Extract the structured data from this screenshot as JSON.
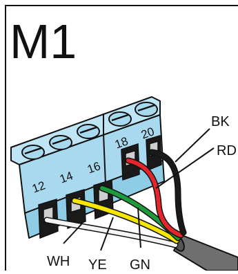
{
  "diagram": {
    "title": "M1",
    "terminal_numbers": [
      "12",
      "14",
      "16",
      "18",
      "20"
    ],
    "wires": [
      {
        "label": "WH",
        "color": "#f4f4f4",
        "terminal": "12"
      },
      {
        "label": "YE",
        "color": "#f7e600",
        "terminal": "14"
      },
      {
        "label": "GN",
        "color": "#1f9a3a",
        "terminal": "16"
      },
      {
        "label": "RD",
        "color": "#e3262b",
        "terminal": "18"
      },
      {
        "label": "BK",
        "color": "#1a1a1a",
        "terminal": "20"
      }
    ],
    "colors": {
      "block": "#a8d9ee",
      "block_dark": "#7fc0dc",
      "cable_jacket": "#6f6f6f",
      "outline": "#111111"
    }
  }
}
